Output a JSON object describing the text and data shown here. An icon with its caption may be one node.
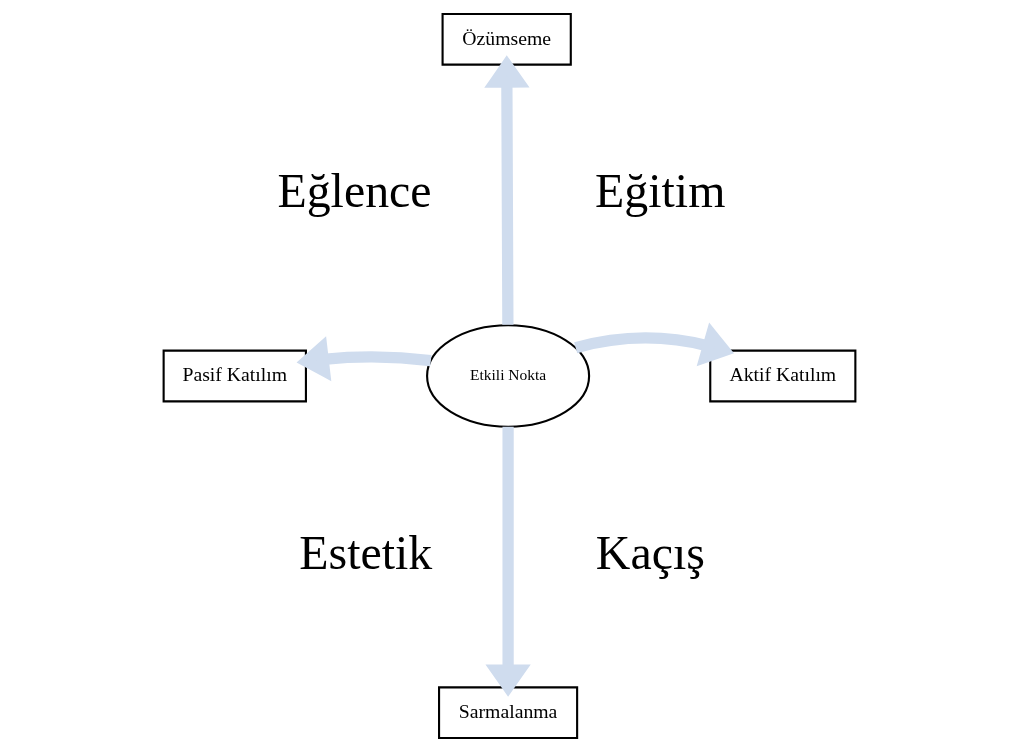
{
  "diagram": {
    "nodes": [
      {
        "text": [
          "Özümseme"
        ]
      },
      {
        "text": [
          "Pasif Katılım"
        ]
      },
      {
        "text": [
          "Etkili Nokta"
        ]
      },
      {
        "text": [
          "Aktif Katılım"
        ]
      },
      {
        "text": [
          "Sarmalanma"
        ]
      }
    ],
    "edges": [
      {
        "from": 2,
        "to": 0,
        "arrow": "to",
        "color": "#cfdcee"
      },
      {
        "from": 2,
        "to": 1,
        "arrow": "to",
        "color": "#cfdcee"
      },
      {
        "from": 2,
        "to": 3,
        "arrow": "to",
        "color": "#cfdcee"
      },
      {
        "from": 2,
        "to": 4,
        "arrow": "to",
        "color": "#cfdcee"
      }
    ],
    "labels": [
      "Eğlence",
      "Eğitim",
      "Estetik",
      "Kaçış"
    ]
  }
}
